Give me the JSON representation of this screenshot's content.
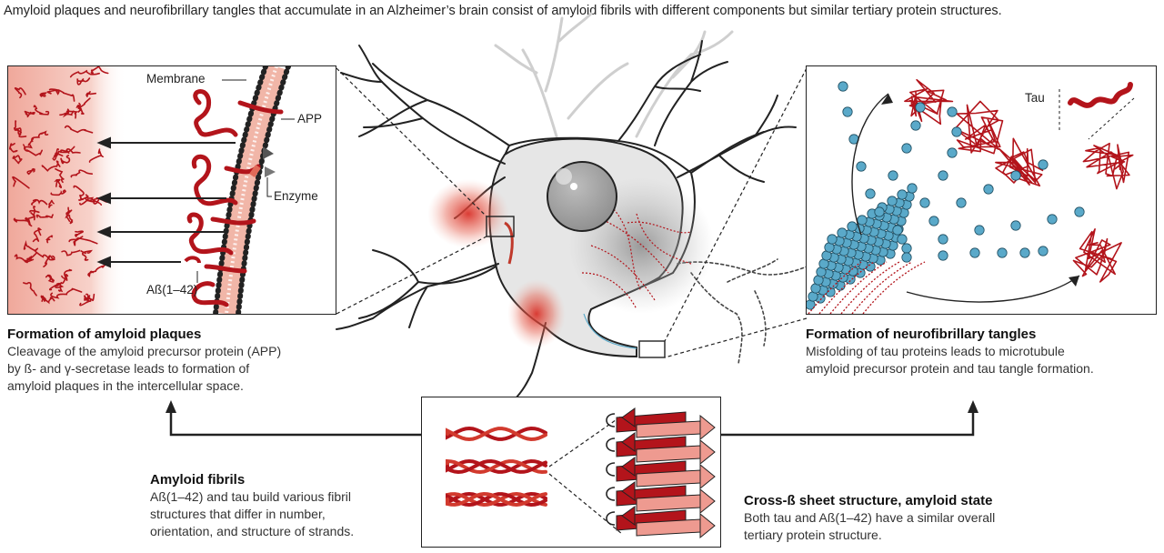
{
  "title": "Amyloid plaques and neurofibrillary tangles that accumulate in an Alzheimer’s brain consist of amyloid fibrils with different components but similar tertiary protein structures.",
  "left_panel": {
    "labels": {
      "membrane": "Membrane",
      "app": "APP",
      "enzyme": "Enzyme",
      "abeta": "Aß(1–42)"
    },
    "caption_title": "Formation of amyloid plaques",
    "caption_lines": [
      "Cleavage of the amyloid precursor protein (APP)",
      "by ß- and γ-secretase leads to formation of",
      "amyloid plaques in the intercellular space."
    ]
  },
  "right_panel": {
    "labels": {
      "tau": "Tau"
    },
    "caption_title": "Formation of neurofibrillary tangles",
    "caption_lines": [
      "Misfolding of tau proteins leads to microtubule",
      "amyloid precursor protein and tau tangle formation."
    ]
  },
  "bottom_left": {
    "caption_title": "Amyloid fibrils",
    "caption_lines": [
      "Aß(1–42) and tau build various fibril",
      "structures that differ in number,",
      "orientation, and structure of strands."
    ]
  },
  "bottom_right": {
    "caption_title": "Cross-ß sheet structure, amyloid state",
    "caption_lines": [
      "Both tau and Aß(1–42) have a similar overall",
      "tertiary protein structure."
    ]
  },
  "colors": {
    "fibril_red": "#b3141b",
    "plaque_glow": "#e04a3a",
    "tau_blue": "#5aa9c9",
    "neuron_fill": "#e6e6e6",
    "nucleus": "#9a9a9a",
    "sheet_light": "#ee9a90"
  }
}
